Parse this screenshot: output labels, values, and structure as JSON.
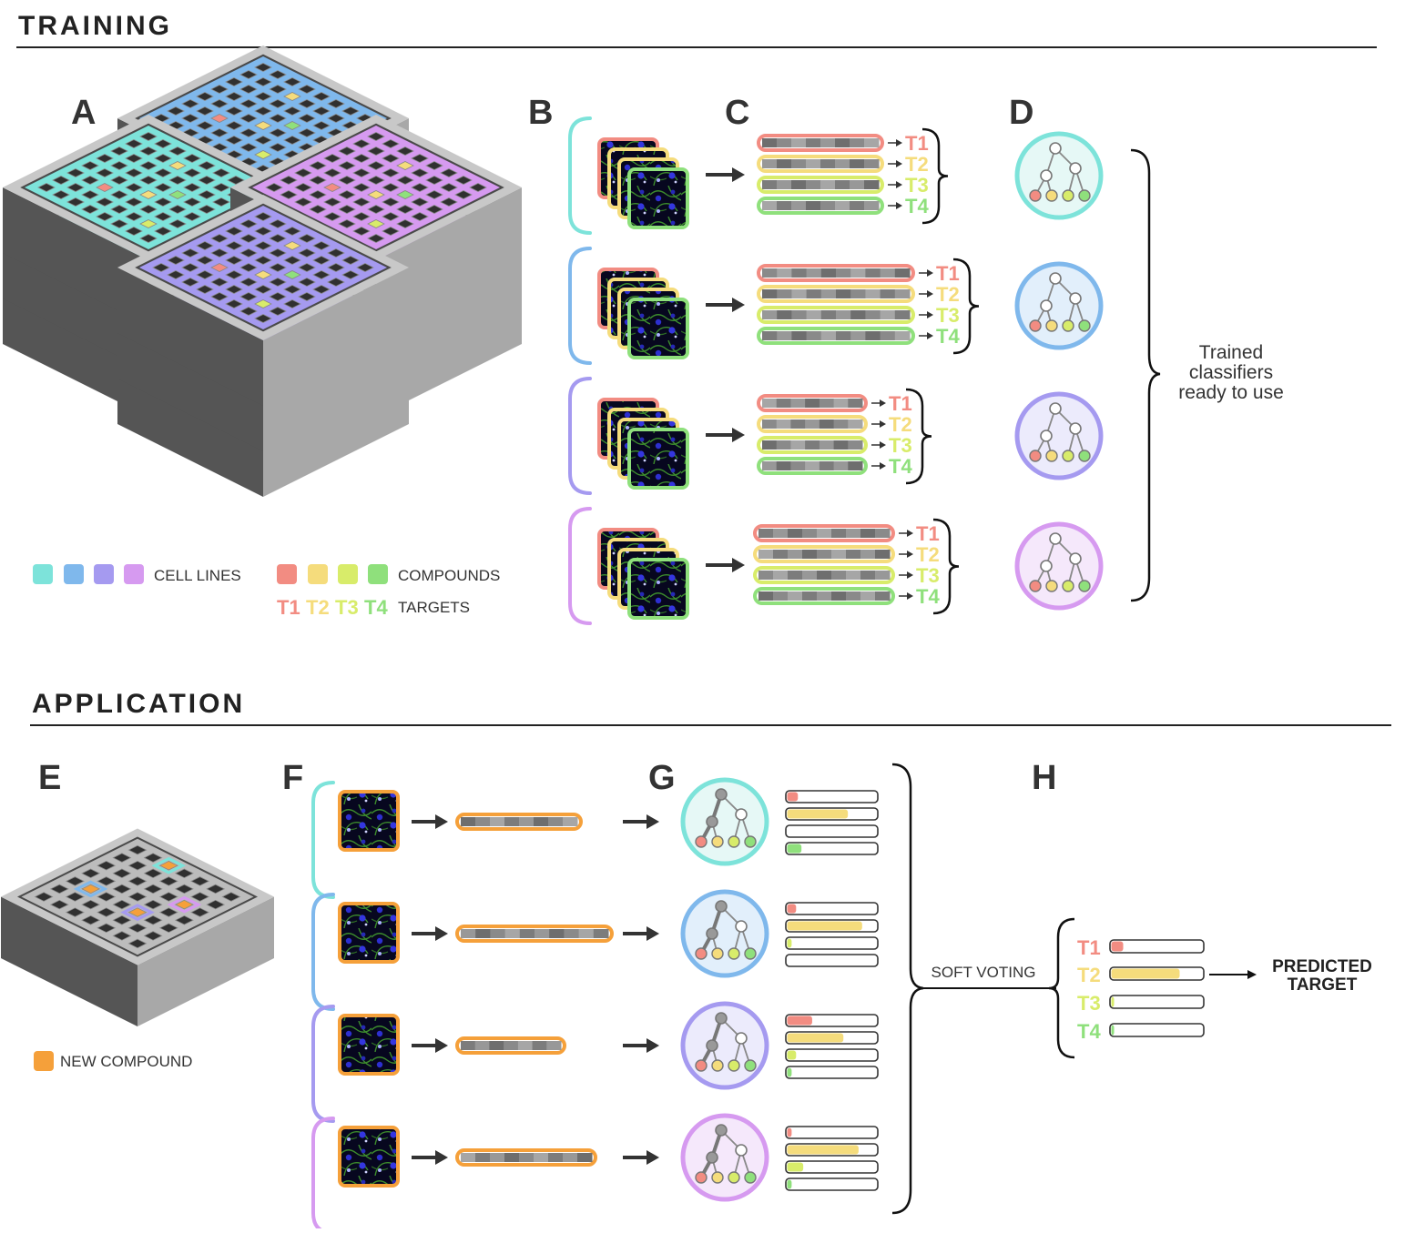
{
  "sections": {
    "training": "TRAINING",
    "application": "APPLICATION"
  },
  "panels": {
    "a": "A",
    "b": "B",
    "c": "C",
    "d": "D",
    "e": "E",
    "f": "F",
    "g": "G",
    "h": "H"
  },
  "legend": {
    "cell_lines_label": "CELL LINES",
    "compounds_label": "COMPOUNDS",
    "targets_label": "TARGETS",
    "new_compound_label": "NEW COMPOUND"
  },
  "targets": [
    "T1",
    "T2",
    "T3",
    "T4"
  ],
  "trained_note": [
    "Trained",
    "classifiers",
    "ready to use"
  ],
  "soft_voting": "SOFT VOTING",
  "predicted": [
    "PREDICTED",
    "TARGET"
  ],
  "colors": {
    "cell_lines": [
      "#7de3da",
      "#7fb8ec",
      "#a59af0",
      "#d69af0"
    ],
    "cell_line_bg": [
      "#e6f8f6",
      "#e2effb",
      "#ecebfc",
      "#f5e8fb"
    ],
    "compounds": [
      "#f28c82",
      "#f5dc7c",
      "#d8ec6a",
      "#8fe07c"
    ],
    "new_compound": "#f5a03a"
  },
  "application_scores": [
    [
      0.12,
      0.68,
      0.0,
      0.16
    ],
    [
      0.1,
      0.84,
      0.05,
      0.0
    ],
    [
      0.28,
      0.63,
      0.1,
      0.05
    ],
    [
      0.05,
      0.8,
      0.18,
      0.05
    ]
  ],
  "final_scores": [
    0.13,
    0.75,
    0.02,
    0.02
  ]
}
